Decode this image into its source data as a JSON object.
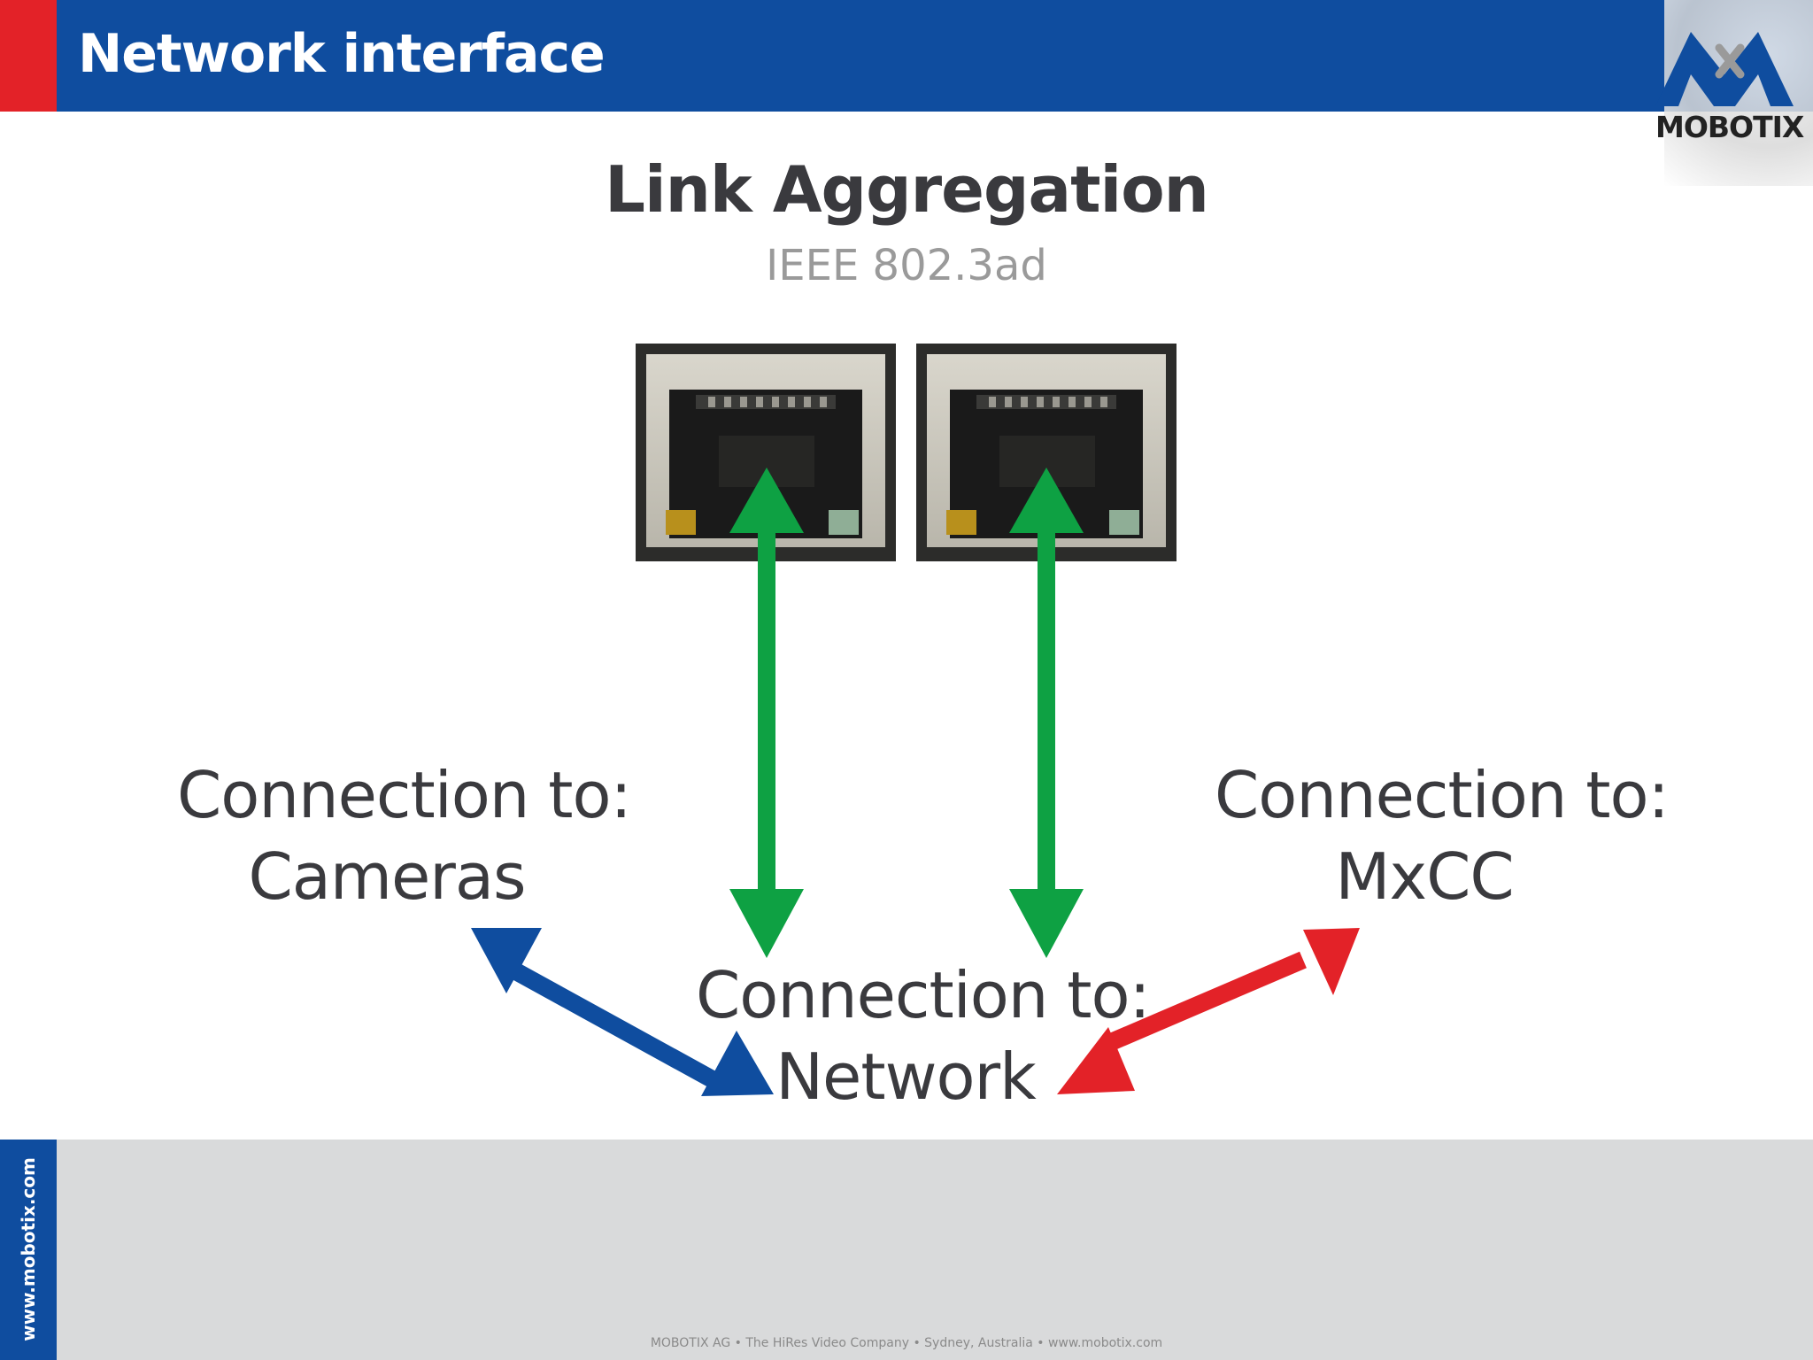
{
  "header": {
    "title": "Network interface",
    "logo_text": "MOBOTIX"
  },
  "main": {
    "heading": "Link Aggregation",
    "subheading": "IEEE 802.3ad",
    "labels": {
      "cameras": {
        "line1": "Connection to:",
        "line2": "Cameras"
      },
      "mxcc": {
        "line1": "Connection to:",
        "line2": "MxCC"
      },
      "network": {
        "line1": "Connection to:",
        "line2": "Network"
      }
    }
  },
  "colors": {
    "header_blue": "#0f4d9f",
    "accent_red": "#e32228",
    "arrow_green": "#0ea143",
    "arrow_blue": "#0f4d9f",
    "arrow_red": "#e32228"
  },
  "footer": {
    "vertical_url": "www.mobotix.com",
    "company_line": "MOBOTIX AG  •  The HiRes Video Company  •  Sydney, Australia  •  www.mobotix.com"
  }
}
